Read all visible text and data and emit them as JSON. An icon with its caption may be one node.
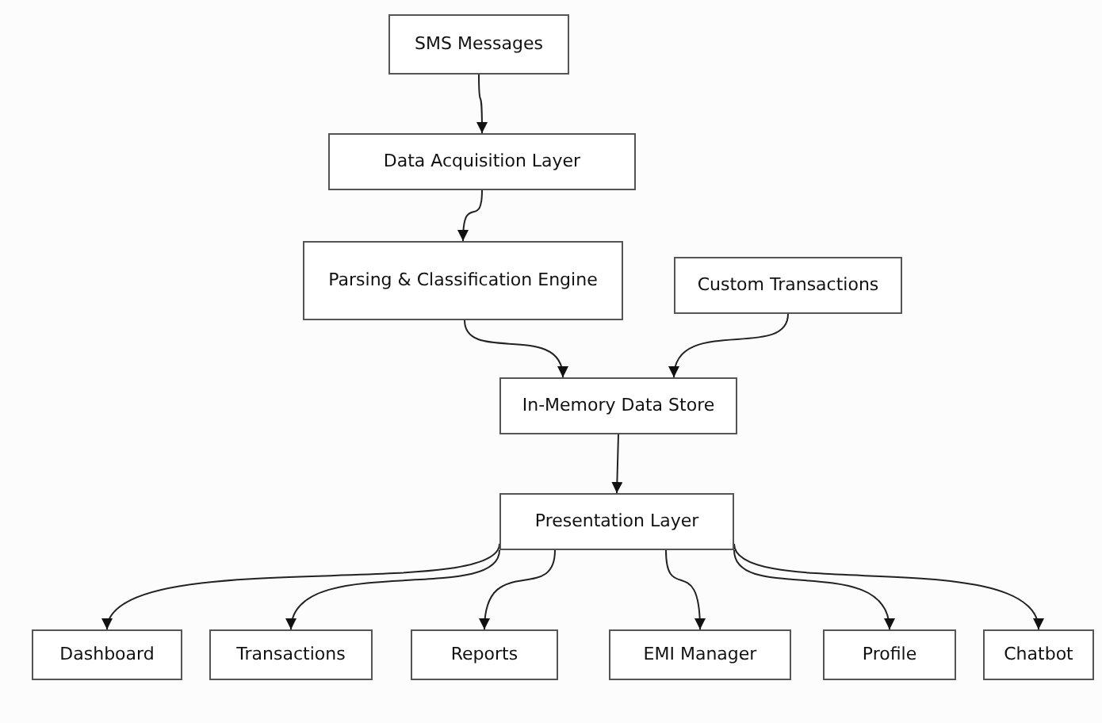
{
  "diagram": {
    "nodes": [
      {
        "text": [
          "SMS Messages"
        ]
      },
      {
        "text": [
          "Data Acquisition Layer"
        ]
      },
      {
        "text": [
          "Parsing & Classification Engine"
        ]
      },
      {
        "text": [
          "Custom Transactions"
        ]
      },
      {
        "text": [
          "In-Memory Data Store"
        ]
      },
      {
        "text": [
          "Presentation Layer"
        ]
      },
      {
        "text": [
          "Dashboard"
        ]
      },
      {
        "text": [
          "Transactions"
        ]
      },
      {
        "text": [
          "Reports"
        ]
      },
      {
        "text": [
          "EMI Manager"
        ]
      },
      {
        "text": [
          "Profile"
        ]
      },
      {
        "text": [
          "Chatbot"
        ]
      }
    ],
    "edges": [
      {
        "from": 0,
        "to": 1,
        "arrow": "to"
      },
      {
        "from": 1,
        "to": 2,
        "arrow": "to"
      },
      {
        "from": 2,
        "to": 4,
        "arrow": "to"
      },
      {
        "from": 3,
        "to": 4,
        "arrow": "to"
      },
      {
        "from": 4,
        "to": 5,
        "arrow": "to"
      },
      {
        "from": 5,
        "to": 6,
        "arrow": "to"
      },
      {
        "from": 5,
        "to": 7,
        "arrow": "to"
      },
      {
        "from": 5,
        "to": 8,
        "arrow": "to"
      },
      {
        "from": 5,
        "to": 9,
        "arrow": "to"
      },
      {
        "from": 5,
        "to": 10,
        "arrow": "to"
      },
      {
        "from": 5,
        "to": 11,
        "arrow": "to"
      }
    ]
  }
}
